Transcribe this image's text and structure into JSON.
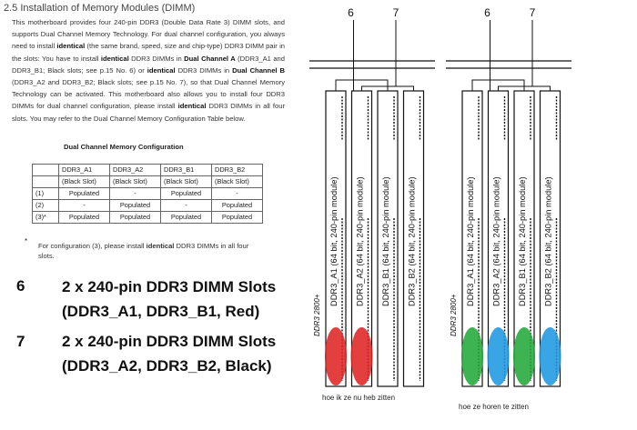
{
  "manual": {
    "heading": "2.5  Installation of Memory Modules (DIMM)",
    "para": [
      {
        "t": "This motherboard provides four 240-pin DDR3 (Double Data Rate 3) DIMM slots, and supports Dual Channel Memory Technology. For dual channel configuration, you always need to install ",
        "b": false
      },
      {
        "t": "identical",
        "b": true
      },
      {
        "t": " (the same brand, speed, size and chip-type) DDR3 DIMM pair in the slots: You have to install ",
        "b": false
      },
      {
        "t": "identical",
        "b": true
      },
      {
        "t": " DDR3 DIMMs in ",
        "b": false
      },
      {
        "t": "Dual Channel A",
        "b": true
      },
      {
        "t": " (DDR3_A1 and DDR3_B1; Black slots; see p.15 No. 6) or ",
        "b": false
      },
      {
        "t": "identical",
        "b": true
      },
      {
        "t": " DDR3 DIMMs in ",
        "b": false
      },
      {
        "t": "Dual Channel B",
        "b": true
      },
      {
        "t": " (DDR3_A2 and DDR3_B2; Black slots; see p.15 No. 7), so that Dual Channel Memory Technology can be activated. This motherboard also allows you to install four DDR3 DIMMs for dual channel configuration, please install ",
        "b": false
      },
      {
        "t": "identical",
        "b": true
      },
      {
        "t": " DDR3 DIMMs in all four slots. You may refer to the Dual Channel Memory Configuration Table below.",
        "b": false
      }
    ],
    "table_title": "Dual Channel Memory Configuration",
    "table_header": [
      {
        "name": "DDR3_A1",
        "sub": "(Black Slot)"
      },
      {
        "name": "DDR3_A2",
        "sub": "(Black Slot)"
      },
      {
        "name": "DDR3_B1",
        "sub": "(Black Slot)"
      },
      {
        "name": "DDR3_B2",
        "sub": "(Black Slot)"
      }
    ],
    "table_rows": [
      {
        "idx": "(1)",
        "cells": [
          "Populated",
          "-",
          "Populated",
          "-"
        ]
      },
      {
        "idx": "(2)",
        "cells": [
          "-",
          "Populated",
          "-",
          "Populated"
        ]
      },
      {
        "idx": "(3)*",
        "cells": [
          "Populated",
          "Populated",
          "Populated",
          "Populated"
        ]
      }
    ],
    "footnote_mark": "*",
    "footnote_pre": "For configuration (3), please install ",
    "footnote_bold": "identical",
    "footnote_post": " DDR3 DIMMs in all four",
    "footnote_cut": "slots."
  },
  "legend": [
    {
      "num": "6",
      "line1": "2 x 240-pin  DDR3  DIMM  Slots",
      "line2": "(DDR3_A1, DDR3_B1, Red)"
    },
    {
      "num": "7",
      "line1": "2 x 240-pin  DDR3  DIMM  Slots",
      "line2": "(DDR3_A2, DDR3_B2, Black)"
    }
  ],
  "diagram": {
    "slot_labels": [
      "DDR3_A1 (64 bit, 240-pin module)",
      "DDR3_A2 (64 bit, 240-pin module)",
      "DDR3_B1 (64 bit, 240-pin module)",
      "DDR3_B2 (64 bit, 240-pin module)"
    ],
    "left_callouts": [
      "6",
      "7"
    ],
    "right_callouts": [
      "6",
      "7"
    ],
    "left_brand": "DDR3 2800+",
    "right_brand": "DDR3 2800+",
    "left_caption": "hoe ik ze nu heb zitten",
    "right_caption": "hoe ze horen te zitten",
    "marker_colors": {
      "red": "#e02424",
      "green": "#22a83a",
      "blue": "#1e98e0"
    },
    "left_markers": [
      "red",
      "red",
      "none",
      "none"
    ],
    "right_markers": [
      "green",
      "blue",
      "green",
      "blue"
    ]
  }
}
